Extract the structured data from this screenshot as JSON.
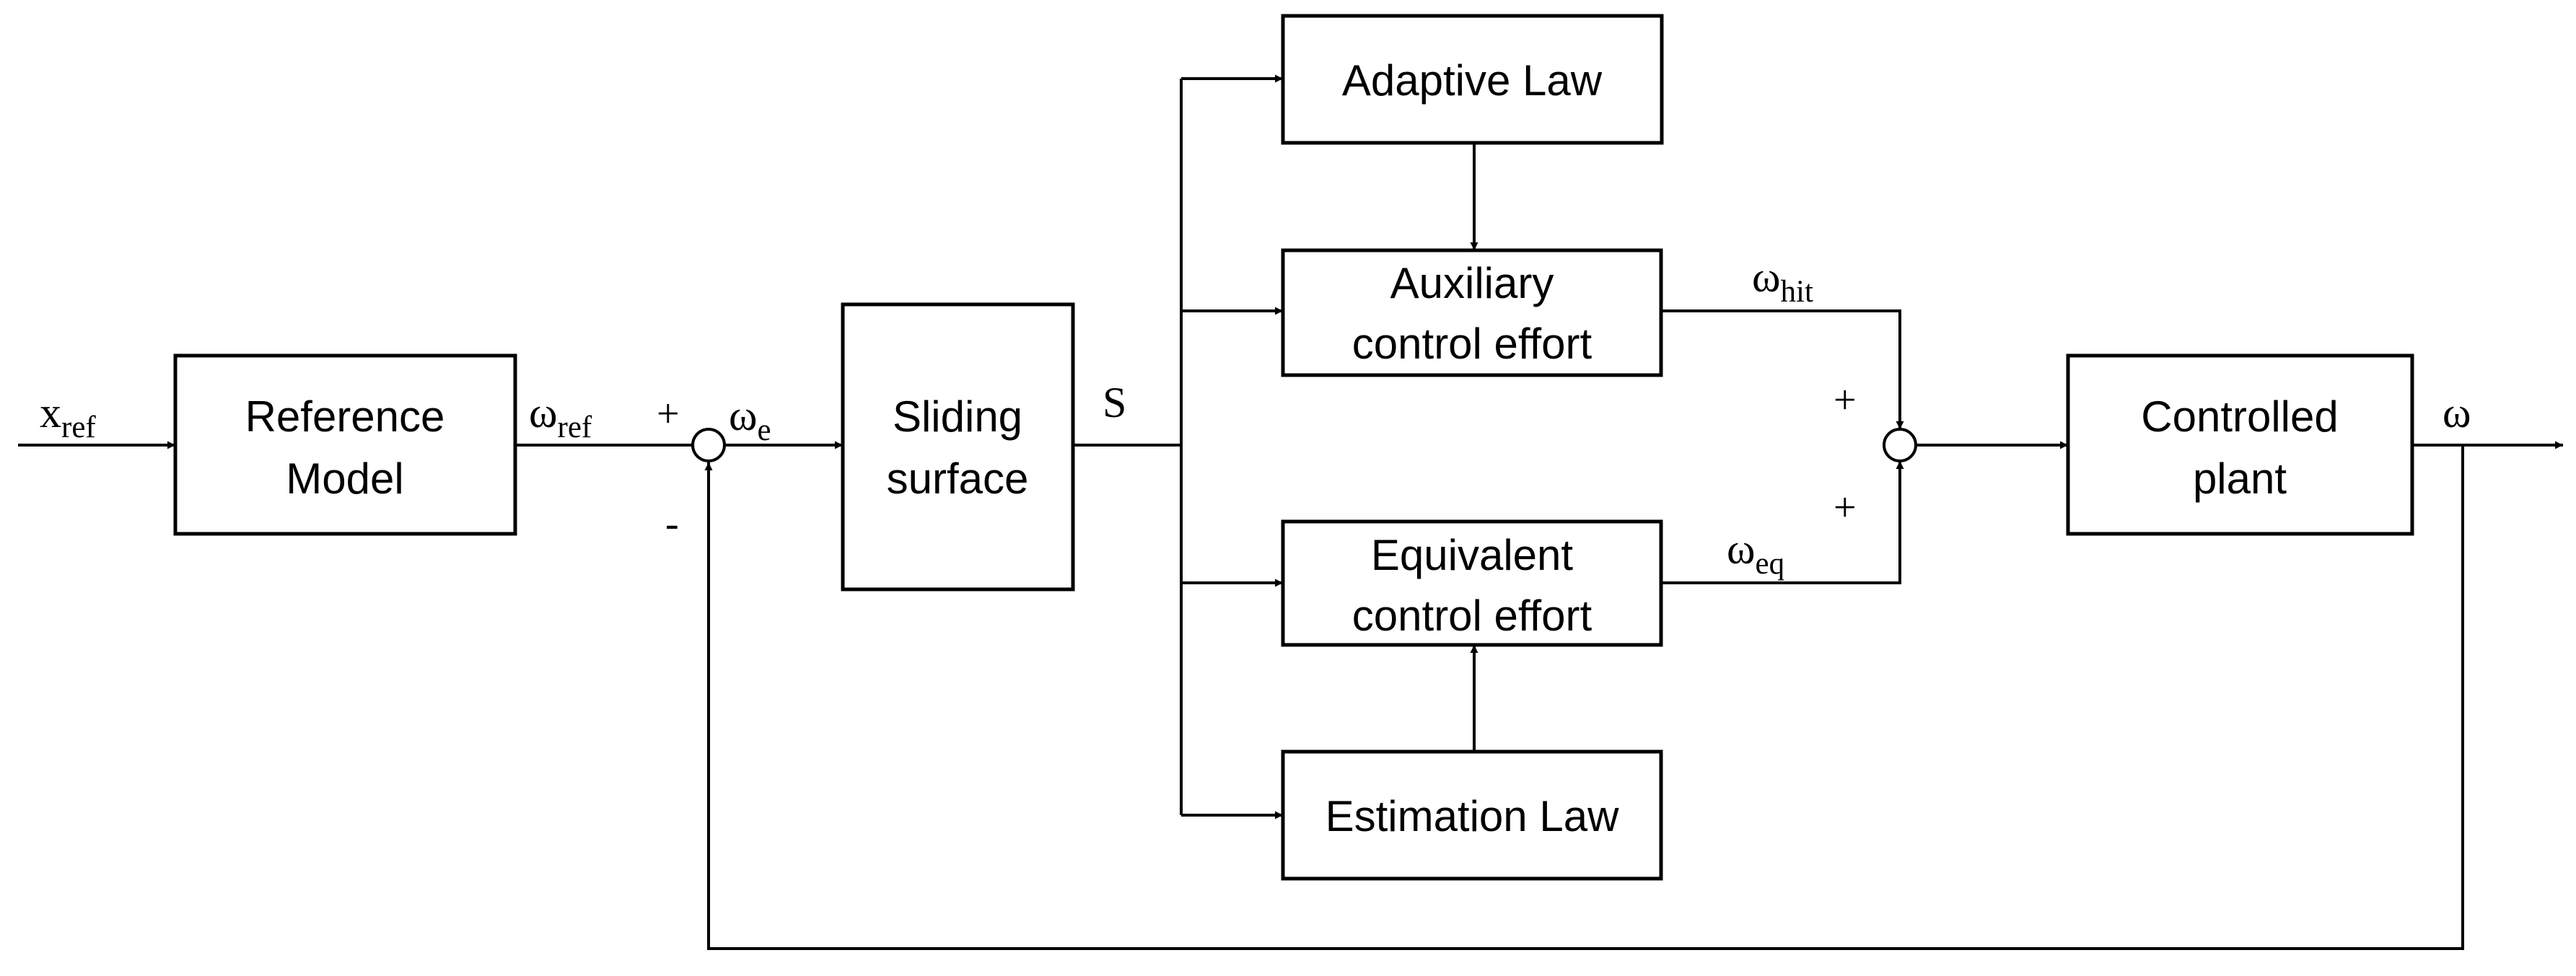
{
  "blocks": {
    "reference_model": [
      "Reference",
      "Model"
    ],
    "sliding_surface": [
      "Sliding",
      "surface"
    ],
    "adaptive_law": [
      "Adaptive Law"
    ],
    "auxiliary_control": [
      "Auxiliary",
      "control effort"
    ],
    "equivalent_control": [
      "Equivalent",
      "control effort"
    ],
    "estimation_law": [
      "Estimation Law"
    ],
    "controlled_plant": [
      "Controlled",
      "plant"
    ]
  },
  "signals": {
    "x_ref": {
      "base": "x",
      "sub": "ref"
    },
    "omega_ref": {
      "base": "ω",
      "sub": "ref"
    },
    "omega_e": {
      "base": "ω",
      "sub": "e"
    },
    "s": {
      "base": "S",
      "sub": ""
    },
    "omega_hit": {
      "base": "ω",
      "sub": "hit"
    },
    "omega_eq": {
      "base": "ω",
      "sub": "eq"
    },
    "omega": {
      "base": "ω",
      "sub": ""
    }
  },
  "signs": {
    "sum1_plus": "+",
    "sum1_minus": "-",
    "sum2_top_plus": "+",
    "sum2_bottom_plus": "+"
  }
}
